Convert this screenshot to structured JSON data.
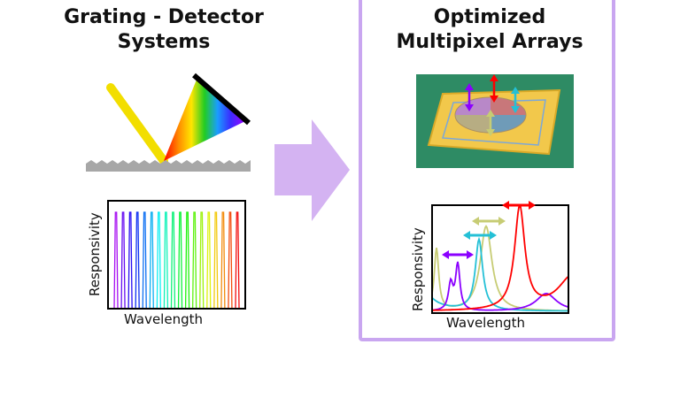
{
  "left_panel": {
    "title_line1": "Grating - Detector",
    "title_line2": "Systems",
    "plot": {
      "xlabel": "Wavelength",
      "ylabel": "Responsivity"
    }
  },
  "right_panel": {
    "title_line1": "Optimized",
    "title_line2": "Multipixel Arrays",
    "plot": {
      "xlabel": "Wavelength",
      "ylabel": "Responsivity"
    }
  },
  "colors": {
    "beam": "#f2de00",
    "arrow": "#d4b3f2",
    "panel_border": "#c9a6f0",
    "device_bg": "#2e8b64",
    "peaks": [
      "#8b00ff",
      "#24c0d6",
      "#c7cc74",
      "#ff0000"
    ]
  }
}
